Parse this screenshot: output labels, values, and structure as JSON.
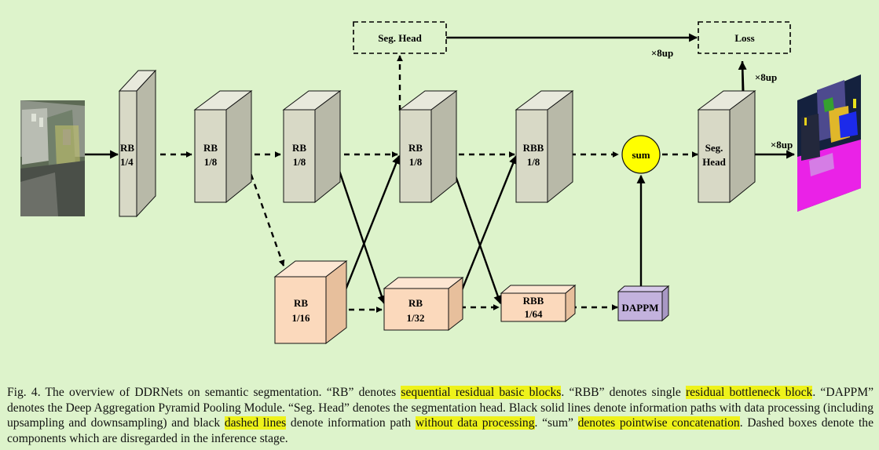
{
  "colors": {
    "background": "#ddf3cb",
    "block_gray": "#d8d9c6",
    "block_orange": "#fbd9bc",
    "dappm_purple": "#c3b2dd",
    "sum_yellow": "#ffff00",
    "highlight": "#eef21a"
  },
  "diagram": {
    "rb_quarter": [
      "RB",
      "1/4"
    ],
    "rb_eighth_1": [
      "RB",
      "1/8"
    ],
    "rb_eighth_2": [
      "RB",
      "1/8"
    ],
    "rb_eighth_3": [
      "RB",
      "1/8"
    ],
    "rbb_eighth": [
      "RBB",
      "1/8"
    ],
    "rb_sixteenth": [
      "RB",
      "1/16"
    ],
    "rb_thirtysecond": [
      "RB",
      "1/32"
    ],
    "rbb_sixtyfourth": [
      "RBB",
      "1/64"
    ],
    "seg_head_final": [
      "Seg.",
      "Head"
    ],
    "seg_head_aux": "Seg. Head",
    "loss": "Loss",
    "sum": "sum",
    "dappm": "DAPPM",
    "upsample_label": "×8up"
  },
  "caption": {
    "segments": [
      {
        "text": "Fig. 4.  The overview of DDRNets on semantic segmentation. “RB” denotes ",
        "hl": false
      },
      {
        "text": "sequential residual basic blocks",
        "hl": true
      },
      {
        "text": ". “RBB” denotes single ",
        "hl": false
      },
      {
        "text": "residual bottleneck block",
        "hl": true
      },
      {
        "text": ". “DAPPM” denotes the Deep Aggregation Pyramid Pooling Module. “Seg. Head” denotes the segmentation head. Black solid lines denote information paths with data processing (including upsampling and downsampling) and black ",
        "hl": false
      },
      {
        "text": "dashed lines",
        "hl": true
      },
      {
        "text": " denote information path ",
        "hl": false
      },
      {
        "text": "without data processing",
        "hl": true
      },
      {
        "text": ". “sum” ",
        "hl": false
      },
      {
        "text": "denotes pointwise concatenation",
        "hl": true
      },
      {
        "text": ". Dashed boxes denote the components which are disregarded in the inference stage.",
        "hl": false
      }
    ]
  }
}
